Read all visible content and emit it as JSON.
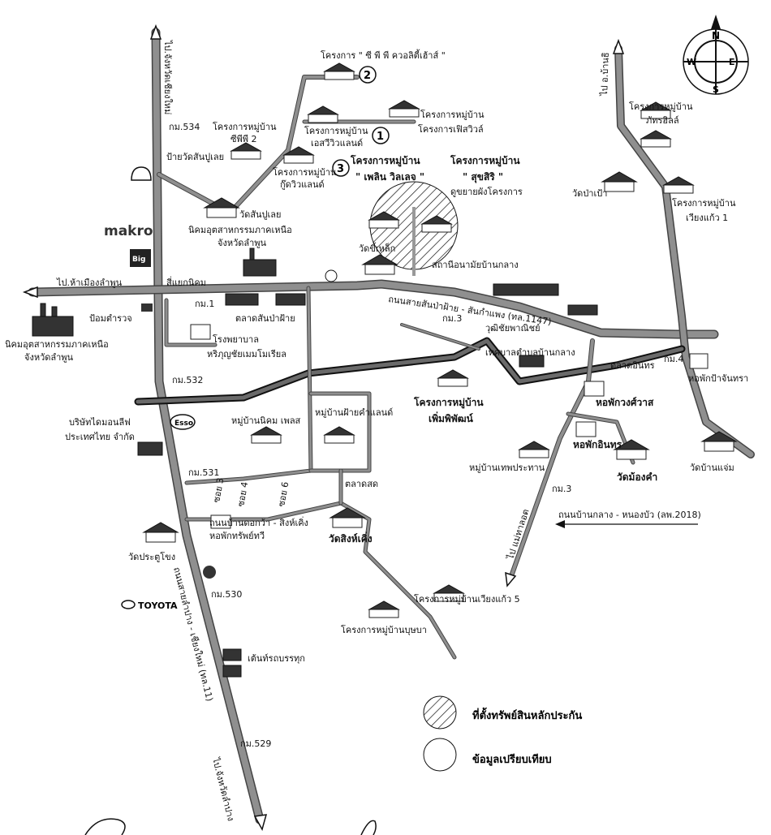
{
  "compass": {
    "n": "N",
    "s": "S",
    "e": "E",
    "w": "W"
  },
  "directions": {
    "to_lamphun": "ไป.ห้าเมืองลำพูน",
    "to_north_left": "ไป.จังหวัดเชียงใหม่",
    "to_ban_thi": "ไป อ.บ้านธิ",
    "to_lampang": "ไป.จังหวัดลำปาง",
    "to_mae_tha": "ไป แม่ทาลอต"
  },
  "roads": {
    "road_1147": "ถนนสายสันป่าฝ้าย - สันกำแพง (ทล.1147)",
    "road_ban_klang": "ถนนบ้านกลาง - หนองบัว (ลพ.2018)",
    "road_11": "ถนนสายลำปาง - เชียงใหม่ (ทล.11)",
    "road_ban_don_kwa": "ถนนบ้านดอกว้า - สิงห์เคิ่ง",
    "intersection": "สี่แยกนิคม",
    "soi3": "ซอย 3",
    "soi4": "ซอย 4",
    "soi6": "ซอย 6"
  },
  "km_markers": [
    "กม.534",
    "กม.1",
    "กม.532",
    "กม.531",
    "กม.530",
    "กม.529",
    "กม.3",
    "กม.4",
    "กม.3"
  ],
  "subject": {
    "project_plen": "โครงการหมู่บ้าน",
    "project_plen_name": "\" เพลิน วิลเลจ \"",
    "project_suksiri": "โครงการหมู่บ้าน",
    "project_suksiri_name": "\" สุขสิริ \"",
    "project_suksiri_note": "ดูขยายผังโครงการ",
    "project_phoem": "โครงการหมู่บ้าน",
    "project_phoem_name": "เพิ่มพิพัฒน์",
    "wat_singkheng": "วัดสิงห์เคิ่ง"
  },
  "numbered": [
    {
      "num": "1",
      "label": "โครงการหมู่บ้าน",
      "label2": "เอสวีวิวแลนด์"
    },
    {
      "num": "2",
      "label": "โครงการ \" ซี พี พี ควอลิตี้เฮ้าส์ \""
    },
    {
      "num": "3",
      "label": "โครงการหมู่บ้าน",
      "label2": "กู๊ดวิวแลนด์"
    }
  ],
  "places": {
    "cpp2_a": "โครงการหมู่บ้าน",
    "cpp2_b": "ซีพีพี 2",
    "fesviv_a": "โครงการหมู่บ้าน",
    "fesviv_b": "โครงการเฟิสวิวล์",
    "wat_sanpulei": "วัดสันปูเลย",
    "nikhom_a": "นิคมอุตสาหกรรมภาคเหนือ",
    "nikhom_b": "จังหวัดลำพูน",
    "nikhom2_a": "นิคมอุตสาหกรรมภาคเหนือ",
    "nikhom2_b": "จังหวัดลำพูน",
    "pai_wat": "ป้ายวัดสันปูเลย",
    "makro": "makro",
    "big": "Big",
    "police": "ป้อมตำรวจ",
    "market_sanpafai": "ตลาดสันป่าฝ้าย",
    "hospital_a": "โรงพยาบาล",
    "hospital_b": "หริภุญชัยเมมโมเรียล",
    "wat_kiholek": "วัดขี้เหล็ก",
    "health": "สถานีอนามัยบ้านกลาง",
    "wutthichai": "วุฒิชัยพาณิชย์",
    "tessaban": "เทศบาลตำบลบ้านกลาง",
    "market_inthon": "ตลาดอินทร",
    "dorm_pajanthra": "หอพักป้าจันทรา",
    "dorm_kongsawat": "หอพักวงศ์วาส",
    "dorm_inthon": "หอพักอินทร",
    "wat_muangkham": "วัดม้องคำ",
    "wat_banjam": "วัดบ้านแจ่ม",
    "village_thep": "หมู่บ้านเทพประทาน",
    "wat_papao": "วัดป่าเป้า",
    "phatthra_a": "โครงการหมู่บ้าน",
    "phatthra_b": "ภัทรฮิลล์",
    "wiangkaew1_a": "โครงการหมู่บ้าน",
    "wiangkaew1_b": "เวียงแก้ว 1",
    "village_nikhom": "หมู่บ้านนิคม เพลส",
    "village_fai": "หมู่บ้านฝ้ายคำแลนด์",
    "daikin_a": "บริษัทไดมอนลีฟ",
    "daikin_b": "ประเทศไทย จำกัด",
    "esso": "Esso",
    "market_fresh": "ตลาดสด",
    "dorm_sapthawi": "หอพักทรัพย์ทวี",
    "wat_pratupong": "วัดประตูโขง",
    "toyota": "TOYOTA",
    "truck": "เต้นท์รถบรรทุก",
    "wiangkaew5": "โครงการหมู่บ้านเวียงแก้ว 5",
    "bunyaba": "โครงการหมู่บ้านบุษบา"
  },
  "legend": {
    "collateral": "ที่ตั้งทรัพย์สินหลักประกัน",
    "comparison": "ข้อมูลเปรียบเทียบ"
  },
  "colors": {
    "road": "#8f8f8f",
    "highway_edge": "#111111",
    "ink": "#111111"
  }
}
